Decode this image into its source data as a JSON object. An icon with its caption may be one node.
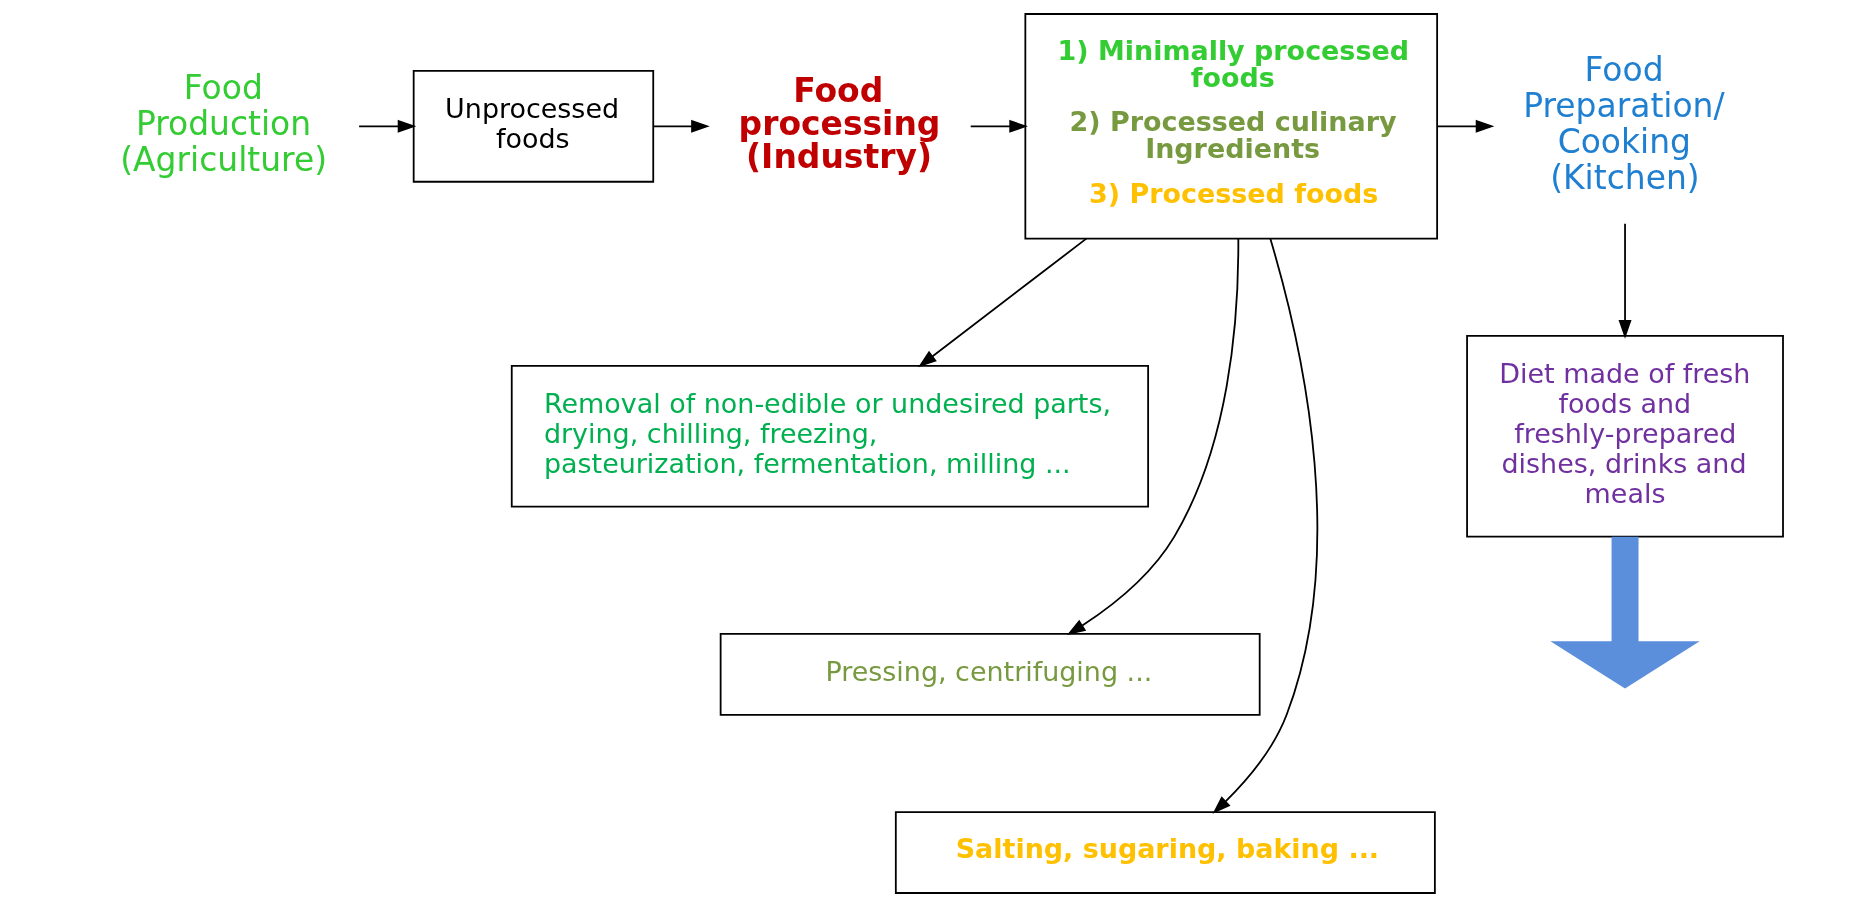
{
  "diagram": {
    "nodes": [
      {
        "text": [
          "Food Production (Agriculture)"
        ]
      },
      {
        "text": [
          "Unprocessed foods"
        ]
      },
      {
        "text": [
          "Food processing (Industry)"
        ]
      },
      {
        "text": [
          "1) Minimally processed foods",
          "2) Processed culinary Ingredients",
          "3) Processed foods"
        ]
      },
      {
        "text": [
          "Food Preparation/ Cooking (Kitchen)"
        ]
      },
      {
        "text": [
          "Diet made of fresh foods and freshly-prepared dishes, drinks and meals"
        ]
      },
      {
        "text": [
          "Removal of non-edible or undesired parts, drying, chilling, freezing, pasteurization, fermentation, milling ..."
        ]
      },
      {
        "text": [
          "Pressing, centrifuging ..."
        ]
      },
      {
        "text": [
          "Salting, sugaring, baking ..."
        ]
      }
    ],
    "edges": [
      {
        "from": 0,
        "to": 1,
        "arrow": "to"
      },
      {
        "from": 1,
        "to": 2,
        "arrow": "to"
      },
      {
        "from": 2,
        "to": 3,
        "arrow": "to"
      },
      {
        "from": 3,
        "to": 4,
        "arrow": "to"
      },
      {
        "from": 4,
        "to": 5,
        "arrow": "to"
      },
      {
        "from": 3,
        "to": 6,
        "arrow": "to"
      },
      {
        "from": 3,
        "to": 7,
        "arrow": "to"
      },
      {
        "from": 3,
        "to": 8,
        "arrow": "to"
      },
      {
        "from": 5,
        "to": null,
        "arrow": "to",
        "style": "thick",
        "color": "#5b8fdc"
      }
    ]
  }
}
